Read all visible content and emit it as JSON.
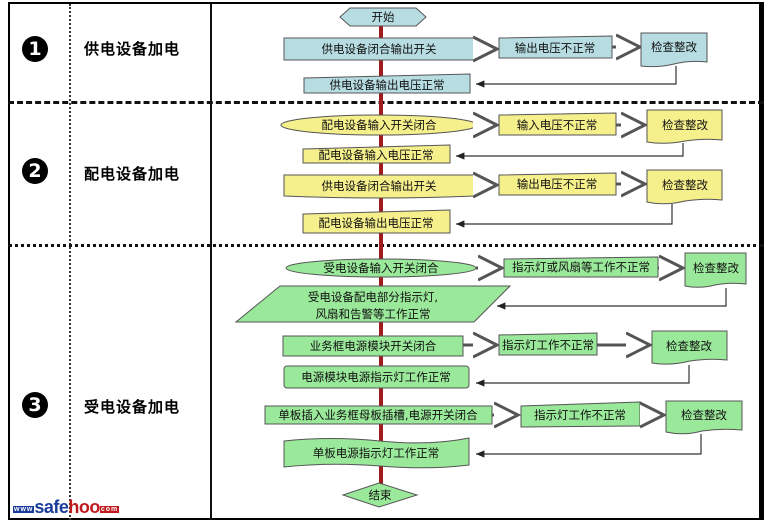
{
  "phases": [
    {
      "number": "1",
      "label": "供电设备加电"
    },
    {
      "number": "2",
      "label": "配电设备加电"
    },
    {
      "number": "3",
      "label": "受电设备加电"
    }
  ],
  "colors": {
    "phase1_fill": "#b7dde3",
    "phase2_fill": "#f5ef8c",
    "phase3_fill": "#9ae89a",
    "main_arrow": "#a01c1c",
    "line": "#333333"
  },
  "flow": {
    "start": "开始",
    "end": "结束",
    "phase1": {
      "step1": "供电设备闭合输出开关",
      "error1": "输出电压不正常",
      "fix1": "检查整改",
      "result1": "供电设备输出电压正常"
    },
    "phase2": {
      "step1": "配电设备输入开关闭合",
      "error1": "输入电压不正常",
      "fix1": "检查整改",
      "result1": "配电设备输入电压正常",
      "step2": "供电设备闭合输出开关",
      "error2": "输出电压不正常",
      "fix2": "检查整改",
      "result2": "配电设备输出电压正常"
    },
    "phase3": {
      "step1": "受电设备输入开关闭合",
      "error1": "指示灯或风扇等工作不正常",
      "fix1": "检查整改",
      "result1_line1": "受电设备配电部分指示灯,",
      "result1_line2": "风扇和告警等工作正常",
      "step2": "业务框电源模块开关闭合",
      "error2": "指示灯工作不正常",
      "fix2": "检查整改",
      "result2": "电源模块电源指示灯工作正常",
      "step3": "单板插入业务框母板插槽,电源开关闭合",
      "error3": "指示灯工作不正常",
      "fix3": "检查整改",
      "result3": "单板电源指示灯工作正常"
    }
  },
  "watermark": {
    "prefix": "www",
    "part1": "safe",
    "part2": "hoo",
    "suffix": "com"
  }
}
